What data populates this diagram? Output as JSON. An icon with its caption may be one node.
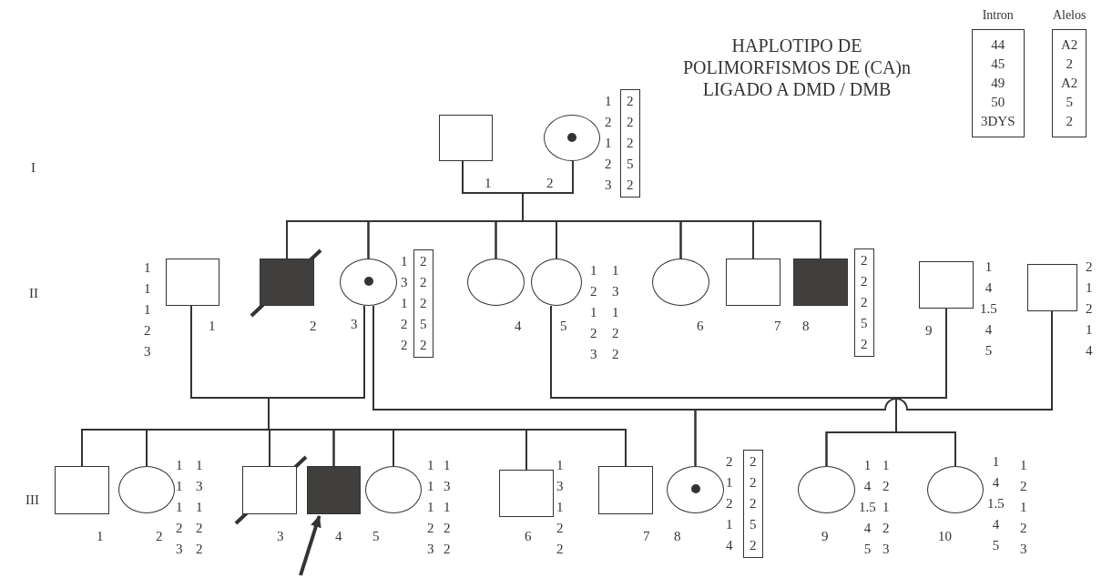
{
  "diagram": {
    "title": "HAPLOTIPO DE POLIMORFISMOS DE (CA)n LIGADO A DMD / DMB",
    "nodes": [
      {
        "text": [],
        "shape": "box",
        "beside": [
          "1"
        ]
      },
      {
        "text": [],
        "shape": "circle",
        "beside": [
          "2",
          "1 2 1 2 3"
        ]
      },
      {
        "text": [
          "2 2 2 5 2"
        ]
      },
      {
        "text": [],
        "shape": "box",
        "beside": [
          "1",
          "1 1 1 2 3"
        ]
      },
      {
        "text": [],
        "shape": "box",
        "beside": [
          "2"
        ]
      },
      {
        "text": [],
        "shape": "circle",
        "beside": [
          "3",
          "1 3 1 2 2"
        ]
      },
      {
        "text": [
          "2 2 2 5 2"
        ]
      },
      {
        "text": [],
        "shape": "circle",
        "beside": [
          "4"
        ]
      },
      {
        "text": [],
        "shape": "circle",
        "beside": [
          "5",
          "1 2 1 2 3",
          "1 3 1 2 2"
        ]
      },
      {
        "text": [],
        "shape": "circle",
        "beside": [
          "6"
        ]
      },
      {
        "text": [],
        "shape": "box",
        "beside": [
          "7"
        ]
      },
      {
        "text": [],
        "shape": "box",
        "beside": [
          "8"
        ]
      },
      {
        "text": [
          "2 2 2 5 2"
        ]
      },
      {
        "text": [],
        "shape": "box",
        "beside": [
          "9",
          "1 4 1.5 4 5"
        ]
      },
      {
        "text": [],
        "shape": "box",
        "beside": [
          "2 1 2 1 4"
        ]
      },
      {
        "text": [],
        "shape": "box",
        "beside": [
          "1"
        ]
      },
      {
        "text": [],
        "shape": "circle",
        "beside": [
          "2",
          "1 1 1 2 3",
          "1 3 1 2 2"
        ]
      },
      {
        "text": [],
        "shape": "box",
        "beside": [
          "3"
        ]
      },
      {
        "text": [],
        "shape": "box",
        "beside": [
          "4"
        ]
      },
      {
        "text": [],
        "shape": "circle",
        "beside": [
          "5",
          "1 1 1 2 3",
          "1 3 1 2 2"
        ]
      },
      {
        "text": [],
        "shape": "box",
        "beside": [
          "6",
          "1 3 1 2 2"
        ]
      },
      {
        "text": [],
        "shape": "box",
        "beside": [
          "7"
        ]
      },
      {
        "text": [],
        "shape": "circle",
        "beside": [
          "8",
          "2 1 2 1 4"
        ]
      },
      {
        "text": [
          "2 2 2 5 2"
        ]
      },
      {
        "text": [],
        "shape": "circle",
        "beside": [
          "9",
          "1 4 1.5 4 5",
          "1 2 1 2 3"
        ]
      },
      {
        "text": [],
        "shape": "circle",
        "beside": [
          "10",
          "1 4 1.5 4 5",
          "1 2 1 2 3"
        ]
      },
      {
        "text": [
          "Intron",
          "44 45 49 50 3DYS"
        ]
      },
      {
        "text": [
          "Alelos",
          "A2 2 A2 5 2"
        ]
      }
    ],
    "edges": [
      {
        "from": 0,
        "to": 4,
        "arrow": "none"
      },
      {
        "from": 1,
        "to": 4,
        "arrow": "none"
      },
      {
        "from": 0,
        "to": 5,
        "arrow": "none"
      },
      {
        "from": 1,
        "to": 5,
        "arrow": "none"
      },
      {
        "from": 0,
        "to": 7,
        "arrow": "none"
      },
      {
        "from": 1,
        "to": 7,
        "arrow": "none"
      },
      {
        "from": 0,
        "to": 8,
        "arrow": "none"
      },
      {
        "from": 1,
        "to": 8,
        "arrow": "none"
      },
      {
        "from": 0,
        "to": 9,
        "arrow": "none"
      },
      {
        "from": 1,
        "to": 9,
        "arrow": "none"
      },
      {
        "from": 0,
        "to": 10,
        "arrow": "none"
      },
      {
        "from": 1,
        "to": 10,
        "arrow": "none"
      },
      {
        "from": 0,
        "to": 11,
        "arrow": "none"
      },
      {
        "from": 1,
        "to": 11,
        "arrow": "none"
      },
      {
        "from": 3,
        "to": 15,
        "arrow": "none"
      },
      {
        "from": 5,
        "to": 15,
        "arrow": "none"
      },
      {
        "from": 3,
        "to": 16,
        "arrow": "none"
      },
      {
        "from": 5,
        "to": 16,
        "arrow": "none"
      },
      {
        "from": 3,
        "to": 17,
        "arrow": "none"
      },
      {
        "from": 5,
        "to": 17,
        "arrow": "none"
      },
      {
        "from": 3,
        "to": 18,
        "arrow": "none"
      },
      {
        "from": 5,
        "to": 18,
        "arrow": "none"
      },
      {
        "from": 3,
        "to": 19,
        "arrow": "none"
      },
      {
        "from": 5,
        "to": 19,
        "arrow": "none"
      },
      {
        "from": 3,
        "to": 20,
        "arrow": "none"
      },
      {
        "from": 5,
        "to": 20,
        "arrow": "none"
      },
      {
        "from": 3,
        "to": 21,
        "arrow": "none"
      },
      {
        "from": 5,
        "to": 21,
        "arrow": "none"
      },
      {
        "from": 5,
        "to": 22,
        "arrow": "none"
      },
      {
        "from": 14,
        "to": 22,
        "arrow": "none"
      },
      {
        "from": 8,
        "to": 24,
        "arrow": "none"
      },
      {
        "from": 13,
        "to": 24,
        "arrow": "none"
      },
      {
        "from": 8,
        "to": 25,
        "arrow": "none"
      },
      {
        "from": 13,
        "to": 25,
        "arrow": "none"
      },
      {
        "from": null,
        "to": 18,
        "arrow": "to",
        "style": "thick"
      }
    ],
    "labels": [
      "I",
      "II",
      "III"
    ]
  }
}
